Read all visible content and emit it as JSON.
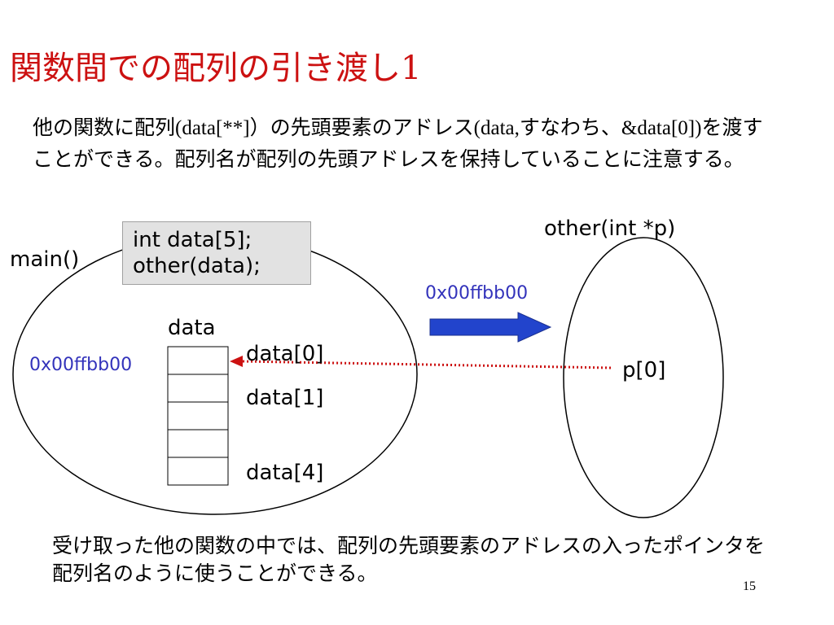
{
  "title": {
    "text": "関数間での配列の引き渡し",
    "number": "1"
  },
  "intro": {
    "p1": "他の関数に配列",
    "code1": "(data[**]",
    "p2": "）の先頭要素のアドレス",
    "code2": "(data,",
    "p3": "すなわち、",
    "code3": "&data[0])",
    "p4": "を渡すことができる。配列名が配列の先頭アドレスを保持していることに注意する。"
  },
  "diagram": {
    "main_label": "main()",
    "other_label": "other(int *p)",
    "code_lines": [
      "int data[5];",
      "other(data);"
    ],
    "address_passed": "0x00ffbb00",
    "address_array": "0x00ffbb00",
    "array_name": "data",
    "array_elements": [
      "data[0]",
      "data[1]",
      "data[4]"
    ],
    "pointer_label": "p[0]",
    "colors": {
      "arrow": "#2244cc",
      "pointer_line": "#cc1111",
      "address_text": "#3333bb",
      "title": "#cc1111"
    }
  },
  "bottom": {
    "text": "受け取った他の関数の中では、配列の先頭要素のアドレスの入ったポインタを配列名のように使うことができる。"
  },
  "page_number": "15"
}
